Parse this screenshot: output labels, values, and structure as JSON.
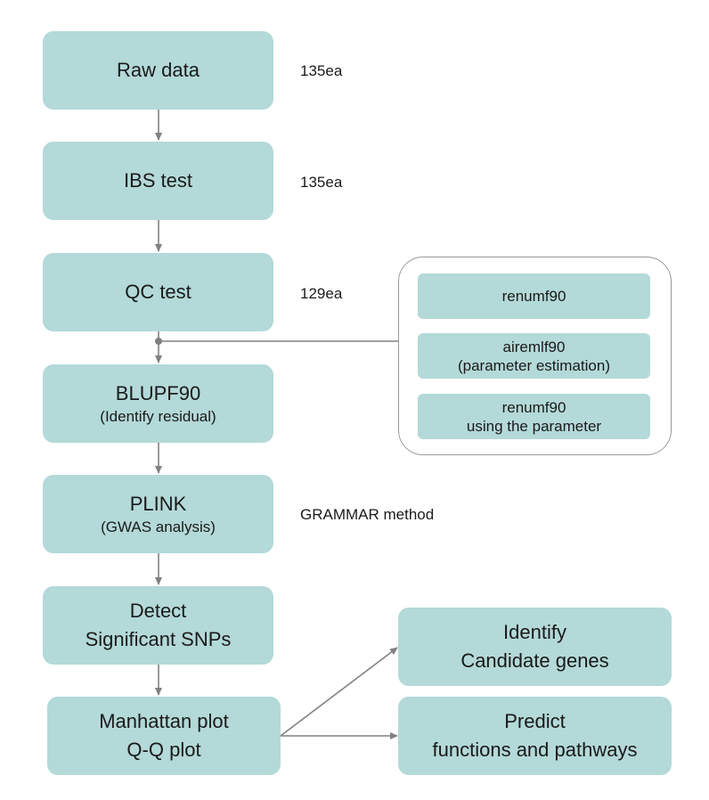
{
  "steps": {
    "raw_data": "Raw data",
    "ibs_test": "IBS test",
    "qc_test": "QC test",
    "blupf90": "BLUPF90",
    "blupf90_sub": "(Identify residual)",
    "plink": "PLINK",
    "plink_sub": "(GWAS analysis)",
    "detect_1": "Detect",
    "detect_2": "Significant SNPs",
    "plot_1": "Manhattan plot",
    "plot_2": "Q-Q plot"
  },
  "notes": {
    "raw_count": "135ea",
    "ibs_count": "135ea",
    "qc_count": "129ea",
    "plink_method": "GRAMMAR method"
  },
  "sub_process": {
    "step1": "renumf90",
    "step2_1": "airemlf90",
    "step2_2": "(parameter estimation)",
    "step3_1": "renumf90",
    "step3_2": "using the parameter"
  },
  "outputs": {
    "candidate_1": "Identify",
    "candidate_2": "Candidate genes",
    "predict_1": "Predict",
    "predict_2": "functions and pathways"
  },
  "colors": {
    "box_fill": "#b3d9d8",
    "arrow": "#808080",
    "panel_border": "#9a9a9a"
  }
}
